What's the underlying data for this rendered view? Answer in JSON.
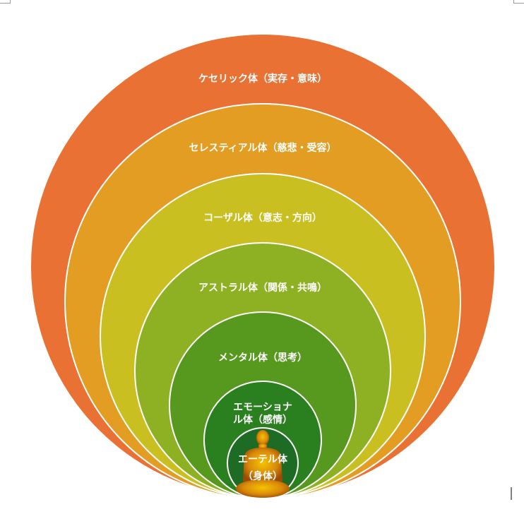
{
  "layers": [
    {
      "label": "ケセリック体（実存・意味）",
      "color": "#E97133"
    },
    {
      "label": "セレスティアル体（慈悲・受容）",
      "color": "#E29D22"
    },
    {
      "label": "コーザル体（意志・方向）",
      "color": "#C9BF20"
    },
    {
      "label": "アストラル体（関係・共鳴）",
      "color": "#8DB122"
    },
    {
      "label": "メンタル体（思考）",
      "color": "#57981F"
    },
    {
      "label": "エモーショナ",
      "label2": "ル体（感情）",
      "color": "#2A7F1E"
    },
    {
      "label": "エーテル体",
      "label2": "（身体）",
      "color": "#1E6B25"
    }
  ]
}
